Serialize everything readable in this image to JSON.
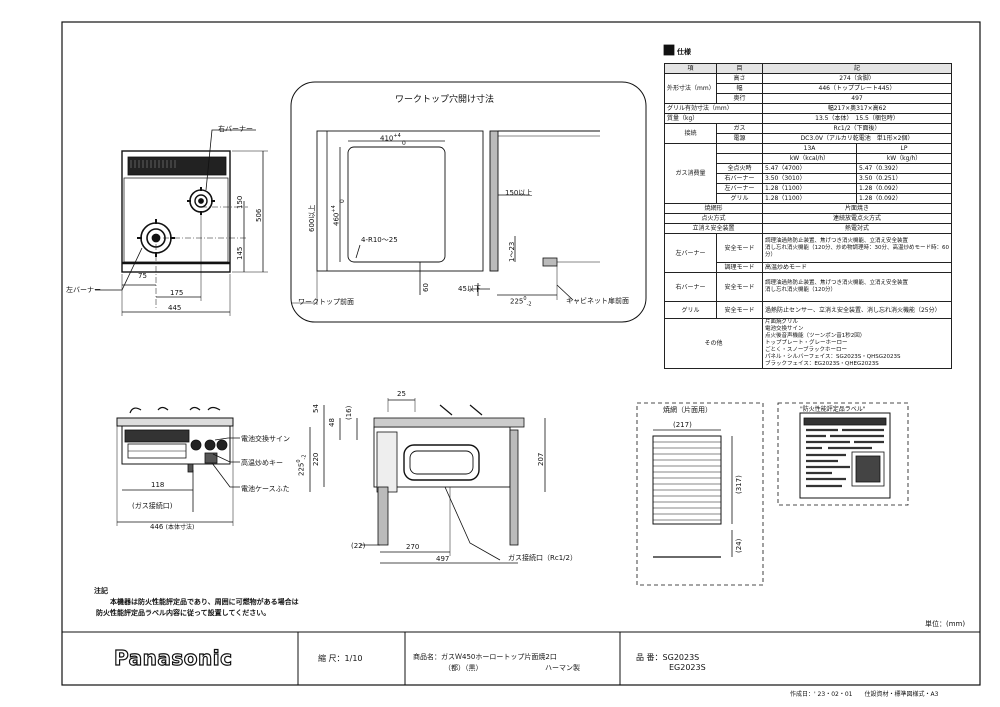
{
  "left_view": {
    "right_burner": "右バーナー",
    "left_burner": "左バーナー",
    "dim_150": "150",
    "dim_506": "506",
    "dim_145": "145",
    "dim_75": "75",
    "dim_175": "175",
    "dim_445": "445"
  },
  "cutout": {
    "title": "ワークトップ穴開け寸法",
    "w410": "410",
    "w410_tol_plus": "+4",
    "w410_tol_zero": "0",
    "h460": "460",
    "h460_tol_plus": "+4",
    "h460_tol_zero": "0",
    "h600": "600以上",
    "radius": "4-R10～25",
    "d60": "60",
    "d45": "45以下",
    "d150": "150以上",
    "d1_23": "1～23",
    "d225": "225",
    "d225_tol": "0",
    "d225_tol2": "-2",
    "worktop_front": "ワークトップ前面",
    "cabinet_front": "キャビネット扉前面"
  },
  "front_view": {
    "battery_sign": "電池交換サイン",
    "high_temp_key": "高温炒めキー",
    "battery_cover": "電池ケースふた",
    "dim_118": "118",
    "gas_port": "(ガス接続口)",
    "dim_446": "446",
    "dim_446_note": "(本体寸法)"
  },
  "side_view": {
    "d25": "25",
    "d54": "54",
    "d48": "48",
    "d16": "(16)",
    "d220": "220",
    "d225": "225",
    "d225_tol": "0",
    "d225_tol2": "-2",
    "d207": "207",
    "d22": "(22)",
    "d270": "270",
    "d497": "497",
    "gas_conn": "ガス接続口（Rc1/2）"
  },
  "grill": {
    "title": "焼網（片面用）",
    "d217": "(217)",
    "d317": "(317)",
    "d24": "(24)"
  },
  "label": {
    "title": "\"防火性能評定品ラベル\""
  },
  "notes": {
    "heading": "注記",
    "line1": "本機器は防火性能評定品であり、周囲に可燃物がある場合は",
    "line2": "防火性能評定品ラベル内容に従って設置してください。",
    "unit": "単位：(mm)"
  },
  "title_block": {
    "brand": "Panasonic",
    "scale": "縮 尺：1/10",
    "product": "商品名：ガスＷ450ホーロートップ片面焼2口",
    "product_line2": "（都）（黒）",
    "maker": "ハーマン製",
    "model_label": "品 番：SG2023S",
    "model2": "EG2023S",
    "footer": "作成日：' 23・02・01　　住設資材・標準図様式・A3"
  },
  "spec": {
    "heading": "仕様",
    "col_item": "項",
    "col_sub": "目",
    "col_val": "記",
    "dims_label": "外形寸法（mm）",
    "height_label": "高さ",
    "height_val": "274（含脚）",
    "width_label": "幅",
    "width_val": "446（トッププレート445）",
    "depth_label": "奥行",
    "depth_val": "497",
    "grill_dims_label": "グリル有効寸法（mm）",
    "grill_dims_val": "幅217×奥317×高62",
    "weight_label": "質量（kg）",
    "weight_val": "13.5（本体）　15.5（梱包時）",
    "conn_label": "接続",
    "gas_label": "ガス",
    "gas_val": "Rc1/2（下面後）",
    "power_label": "電源",
    "power_val": "DC3.0V（アルカリ乾電池　単1形×2個）",
    "cons_label": "ガス消費量",
    "col_13a": "13A",
    "col_lp": "LP",
    "unit_13a": "kW（kcal/h）",
    "unit_lp": "kW（kg/h）",
    "total_label": "全点火時",
    "total_13a": "5.47（4700）",
    "total_lp": "5.47（0.392）",
    "right_label": "右バーナー",
    "right_13a": "3.50（3010）",
    "right_lp": "3.50（0.251）",
    "left_label": "左バーナー",
    "left_13a": "1.28（1100）",
    "left_lp": "1.28（0.092）",
    "grill_label": "グリル",
    "grill_13a": "1.28（1100）",
    "grill_lp": "1.28（0.092）",
    "grill_type_label": "焼網形",
    "grill_type_val": "片面焼き",
    "ignition_label": "点火方式",
    "ignition_val": "連続放電点火方式",
    "flame_label": "立消え安全装置",
    "flame_val": "熱電対式",
    "lb_label": "左バーナー",
    "safety_mode": "安全モード",
    "lb_safety": "調理油過熱防止装置、焦げつき消火機能、立消え安全装置",
    "lb_safety2": "消し忘れ消火機能（120分、炒め物調理時：30分、高温炒めモード時：60分）",
    "cook_mode": "調理モード",
    "lb_cook": "高温炒めモード",
    "rb_label": "右バーナー",
    "rb_safety": "調理油過熱防止装置、焦げつき消火機能、立消え安全装置",
    "rb_safety2": "消し忘れ消火機能（120分）",
    "gr_label": "グリル",
    "gr_safety": "過熱防止センサー、立消え安全装置、消し忘れ消火機能（25分）",
    "other_label": "その他",
    "other1": "片面焼グリル",
    "other2": "電池交換サイン",
    "other3": "点火後音声機能（ツーンポン音1秒2回）",
    "other4": "トッププレート・グレーホーロー",
    "other5": "ごとく・スノーブラックホーロー",
    "other6": "パネル・シルバーフェイス：SG2023S・QHSG2023S",
    "other7": "ブラックフェイス：EG2023S・QHEG2023S"
  }
}
